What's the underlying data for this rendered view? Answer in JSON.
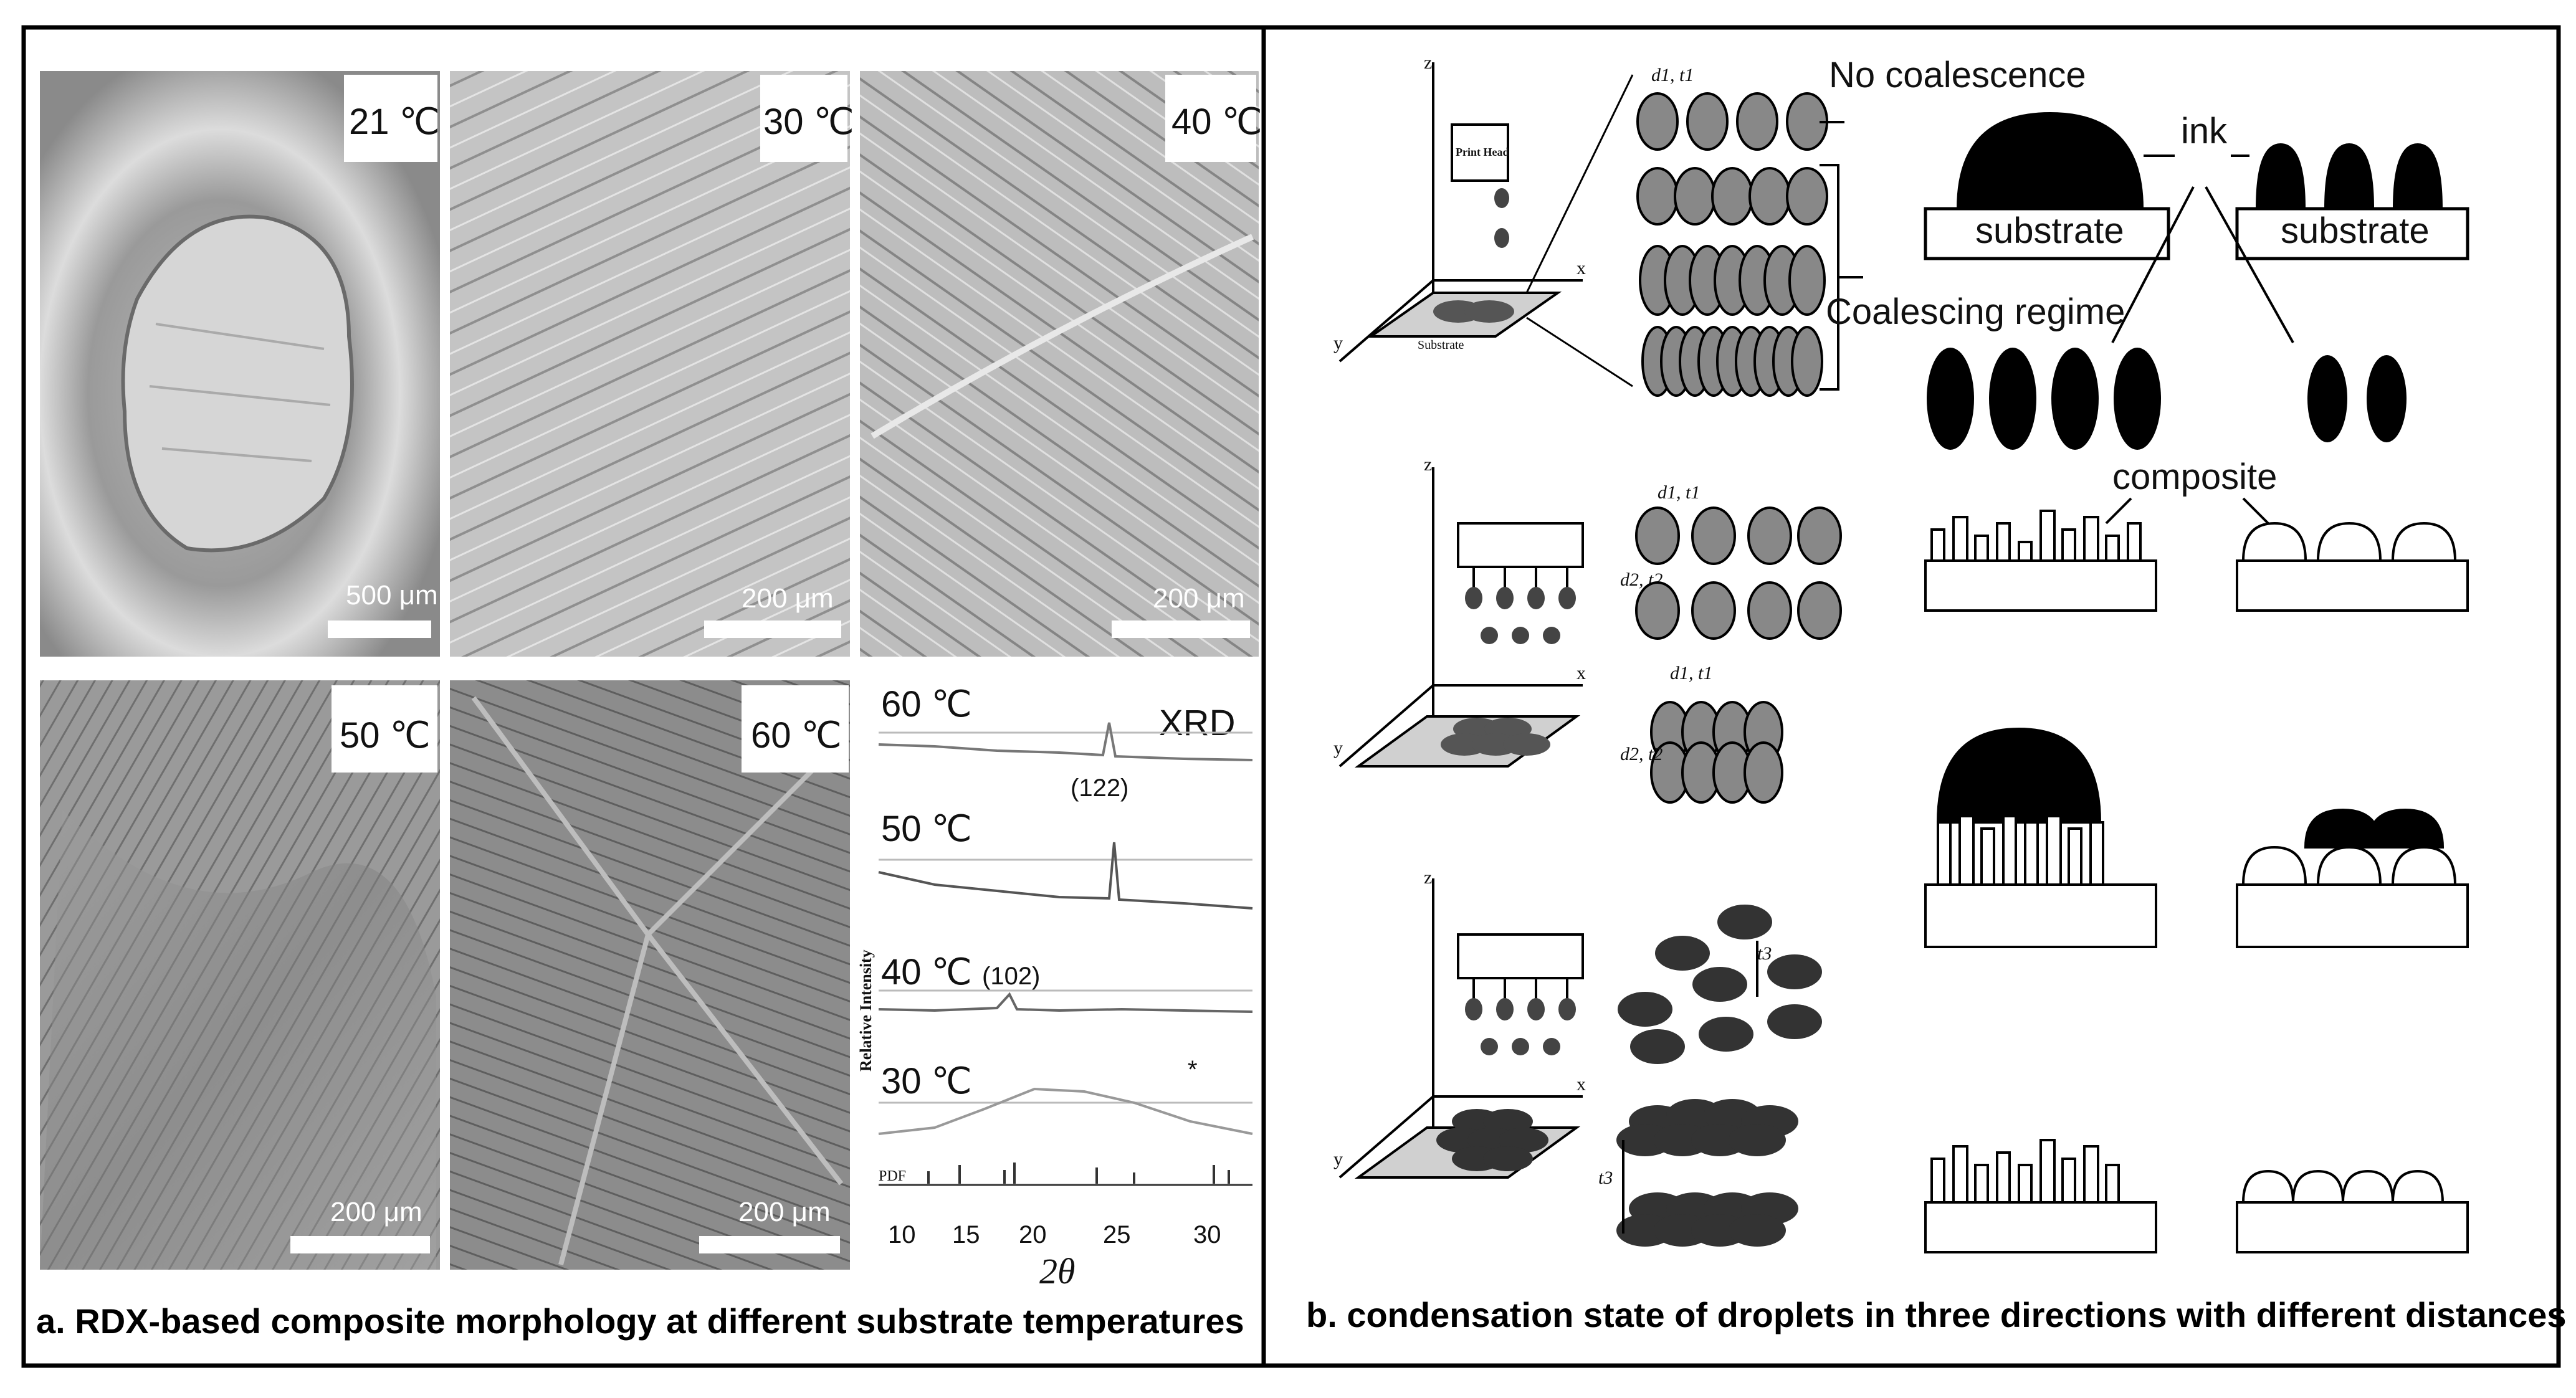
{
  "panel_a": {
    "caption": "a. RDX-based composite morphology at different substrate temperatures",
    "images": [
      {
        "temp": "21 ℃",
        "scale": "500 μm"
      },
      {
        "temp": "30 ℃",
        "scale": "200 μm"
      },
      {
        "temp": "40 ℃",
        "scale": "200 μm"
      },
      {
        "temp": "50 ℃",
        "scale": ""
      },
      {
        "temp": "60 ℃",
        "scale": "200 μm"
      }
    ],
    "scale_50": "200 μm",
    "xrd": {
      "title": "XRD",
      "ylabel": "Relative Intensity",
      "xlabel": "2θ",
      "traces": [
        "60 ℃",
        "50 ℃",
        "40 ℃",
        "30 ℃"
      ],
      "peak_122": "(122)",
      "peak_102": "(102)",
      "star": "*",
      "pdf": "PDF",
      "ticks": [
        "10",
        "15",
        "20",
        "25",
        "30"
      ]
    }
  },
  "panel_b": {
    "caption": "b. condensation state of droplets in three directions with different distances",
    "no_coalescence": "No coalescence",
    "coalescing": "Coalescing regime",
    "ink": "ink",
    "substrate": "substrate",
    "composite": "composite",
    "print_head": "Print Head",
    "substrate_small": "Substrate",
    "axes": {
      "z": "z",
      "x": "x",
      "y": "y"
    },
    "params": {
      "d1t1": "d1, t1",
      "d2t2": "d2, t2",
      "t3": "t3"
    }
  }
}
